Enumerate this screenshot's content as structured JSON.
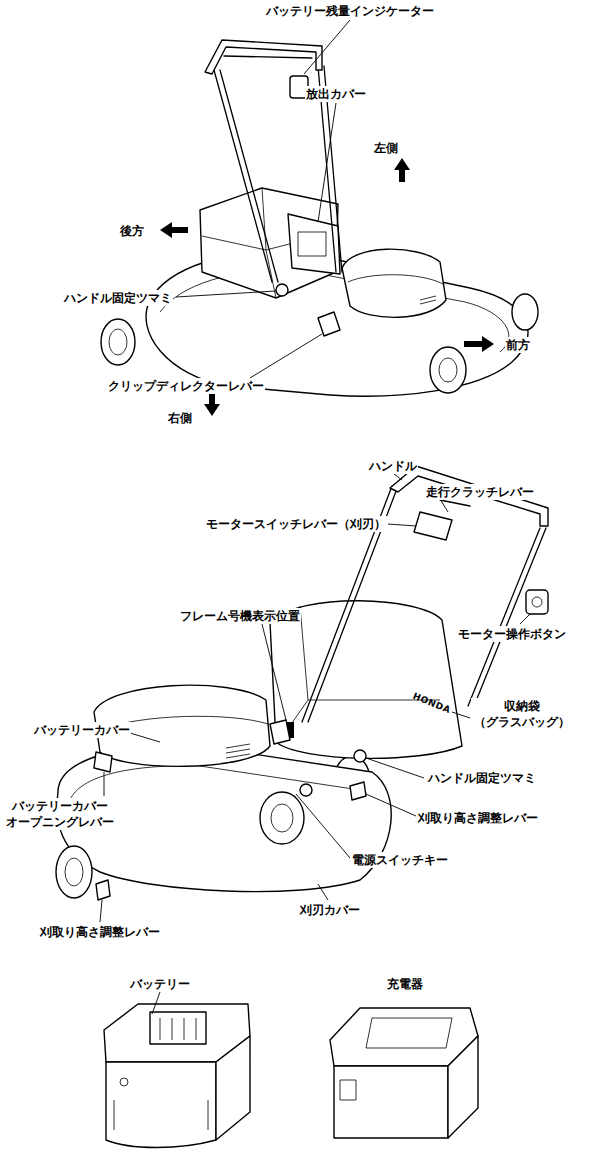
{
  "diagram": {
    "labels": [
      "バッテリー残量インジケーター",
      "放出カバー",
      "左側",
      "後方",
      "前方",
      "ハンドル固定ツマミ",
      "クリップディレクターレバー",
      "右側",
      "ハンドル",
      "走行クラッチレバー",
      "モータースイッチレバー（刈刃）",
      "フレーム号機表示位置",
      "モーター操作ボタン",
      "HONDA",
      "収納袋 （グラスバッグ）",
      "バッテリーカバー",
      "ハンドル固定ツマミ",
      "刈取り高さ調整レバー",
      "バッテリーカバー オープニングレバー",
      "電源スイッチキー",
      "刈刃カバー",
      "刈取り高さ調整レバー",
      "バッテリー",
      "充電器"
    ]
  }
}
